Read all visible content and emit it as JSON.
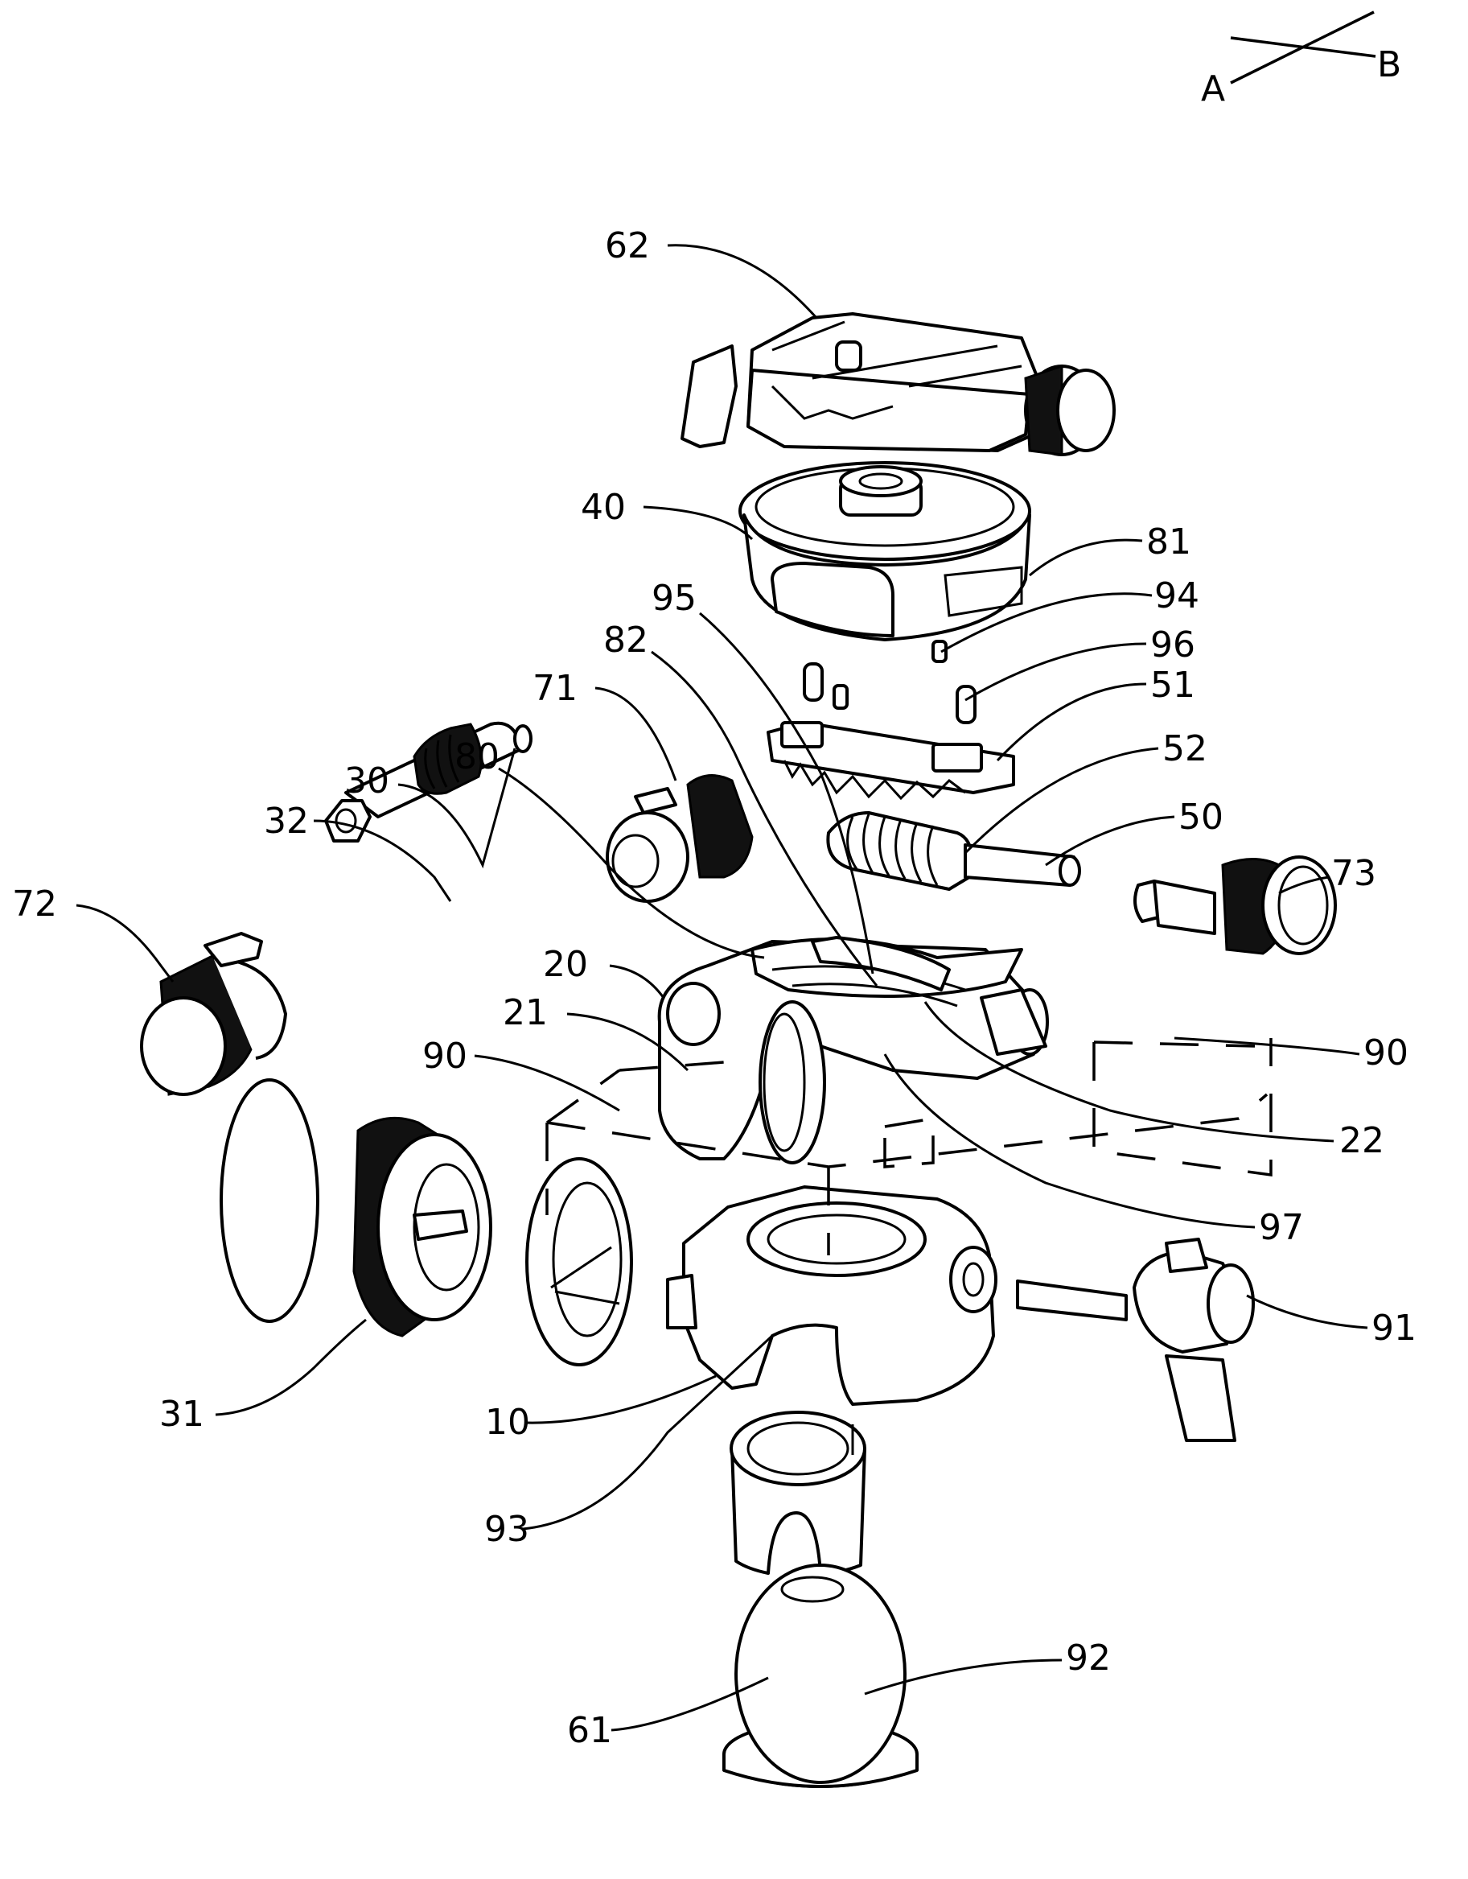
{
  "figure": {
    "type": "exploded-view patent drawing",
    "subject": "tripod / ball head assembly",
    "background": "#ffffff",
    "line_color": "#000000"
  },
  "section_marker": {
    "line_label_a": "A",
    "line_label_b": "B"
  },
  "labels": [
    {
      "id": "62",
      "text": "62",
      "part": "quick-release clamp"
    },
    {
      "id": "40",
      "text": "40",
      "part": "panning base"
    },
    {
      "id": "81",
      "text": "81",
      "part": "base ring"
    },
    {
      "id": "94",
      "text": "94",
      "part": "screw"
    },
    {
      "id": "95",
      "text": "95",
      "part": "leader to worm-gear"
    },
    {
      "id": "96",
      "text": "96",
      "part": "pin"
    },
    {
      "id": "82",
      "text": "82",
      "part": "arc slide"
    },
    {
      "id": "51",
      "text": "51",
      "part": "gear rack"
    },
    {
      "id": "71",
      "text": "71",
      "part": "knob"
    },
    {
      "id": "52",
      "text": "52",
      "part": "worm"
    },
    {
      "id": "80",
      "text": "80",
      "part": "arc guide"
    },
    {
      "id": "30",
      "text": "30",
      "part": "screw shaft"
    },
    {
      "id": "50",
      "text": "50",
      "part": "worm shaft"
    },
    {
      "id": "32",
      "text": "32",
      "part": "worm thread"
    },
    {
      "id": "73",
      "text": "73",
      "part": "knob"
    },
    {
      "id": "72",
      "text": "72",
      "part": "knob"
    },
    {
      "id": "20",
      "text": "20",
      "part": "main body"
    },
    {
      "id": "21",
      "text": "21",
      "part": "body side wall"
    },
    {
      "id": "90",
      "text": "90",
      "part": "section box (left)"
    },
    {
      "id": "90b",
      "text": "90",
      "part": "section box (right)"
    },
    {
      "id": "22",
      "text": "22",
      "part": "body lower slot"
    },
    {
      "id": "97",
      "text": "97",
      "part": "inner ring"
    },
    {
      "id": "31",
      "text": "31",
      "part": "friction knob"
    },
    {
      "id": "91",
      "text": "91",
      "part": "locking lever"
    },
    {
      "id": "10",
      "text": "10",
      "part": "socket housing"
    },
    {
      "id": "93",
      "text": "93",
      "part": "ball sleeve"
    },
    {
      "id": "92",
      "text": "92",
      "part": "ball"
    },
    {
      "id": "61",
      "text": "61",
      "part": "ball stem"
    }
  ]
}
